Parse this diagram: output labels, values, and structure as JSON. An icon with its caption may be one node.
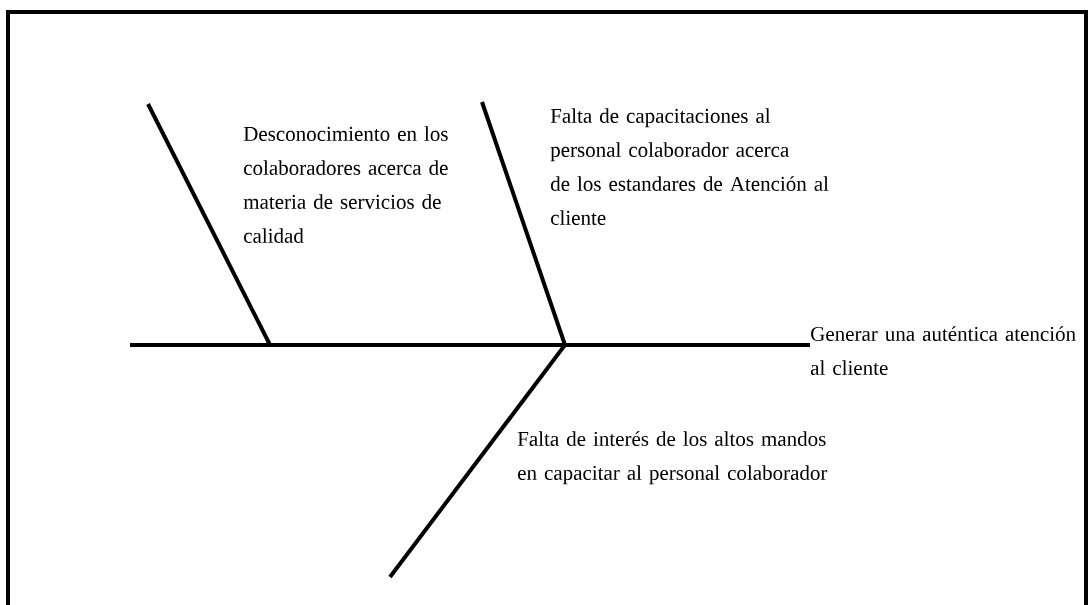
{
  "diagram": {
    "nodes": [
      {
        "text": [
          "Desconocimiento en los colaboradores acerca de materia de servicios de calidad"
        ]
      },
      {
        "text": [
          "Falta de capacitaciones al personal colaborador acerca de los estandares de Atención al cliente"
        ]
      },
      {
        "text": [
          "Generar una auténtica atención al cliente"
        ]
      },
      {
        "text": [
          "Falta de interés de los altos mandos en capacitar al personal colaborador"
        ]
      }
    ],
    "edges": [
      {
        "from": null,
        "to": 2,
        "arrow": "none"
      }
    ]
  }
}
